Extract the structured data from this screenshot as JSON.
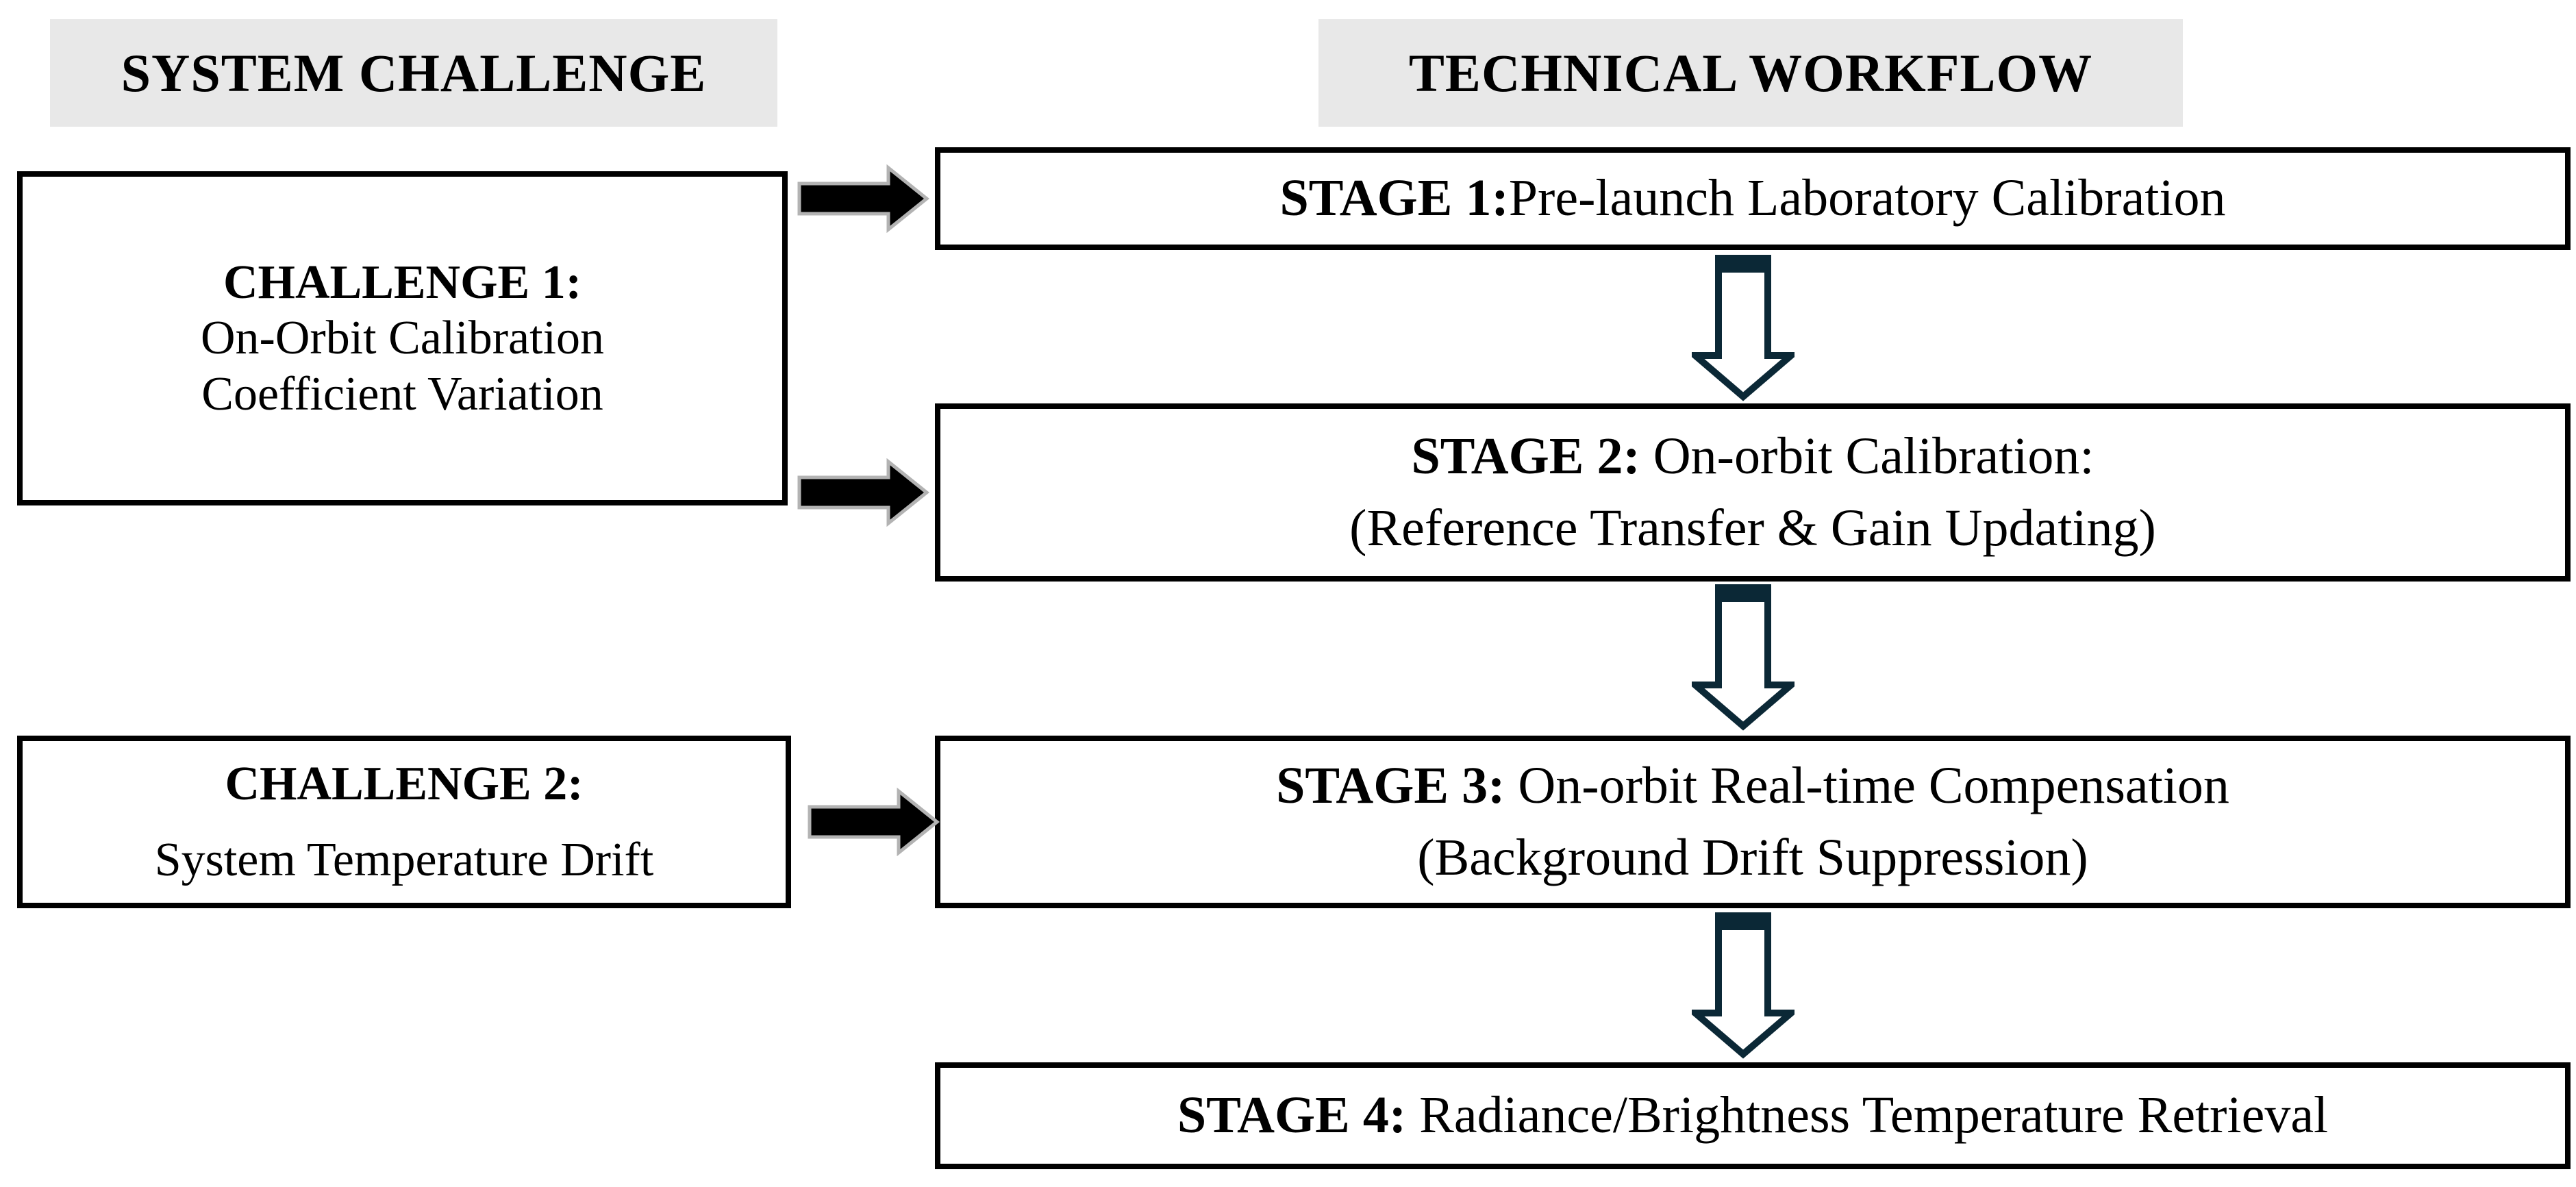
{
  "headers": {
    "left": "SYSTEM CHALLENGE",
    "right": "TECHNICAL WORKFLOW"
  },
  "challenges": [
    {
      "title": "CHALLENGE 1:",
      "lines": [
        "On-Orbit Calibration",
        "Coefficient Variation"
      ]
    },
    {
      "title": "CHALLENGE 2:",
      "lines": [
        "System Temperature Drift"
      ]
    }
  ],
  "stages": [
    {
      "label": "STAGE 1:",
      "name": "Pre-launch Laboratory Calibration",
      "detail": ""
    },
    {
      "label": "STAGE 2:",
      "name": " On-orbit Calibration:",
      "detail": "(Reference Transfer & Gain Updating)"
    },
    {
      "label": "STAGE 3:",
      "name": " On-orbit Real-time Compensation",
      "detail": "(Background Drift Suppression)"
    },
    {
      "label": "STAGE 4:",
      "name": " Radiance/Brightness Temperature Retrieval",
      "detail": ""
    }
  ],
  "colors": {
    "header_background": "#e8e8e8",
    "box_border": "#000000",
    "text": "#000000",
    "link_arrow_fill": "#000000",
    "link_arrow_shadow": "#b3b3b3",
    "flow_arrow_outline": "#0b2836"
  }
}
